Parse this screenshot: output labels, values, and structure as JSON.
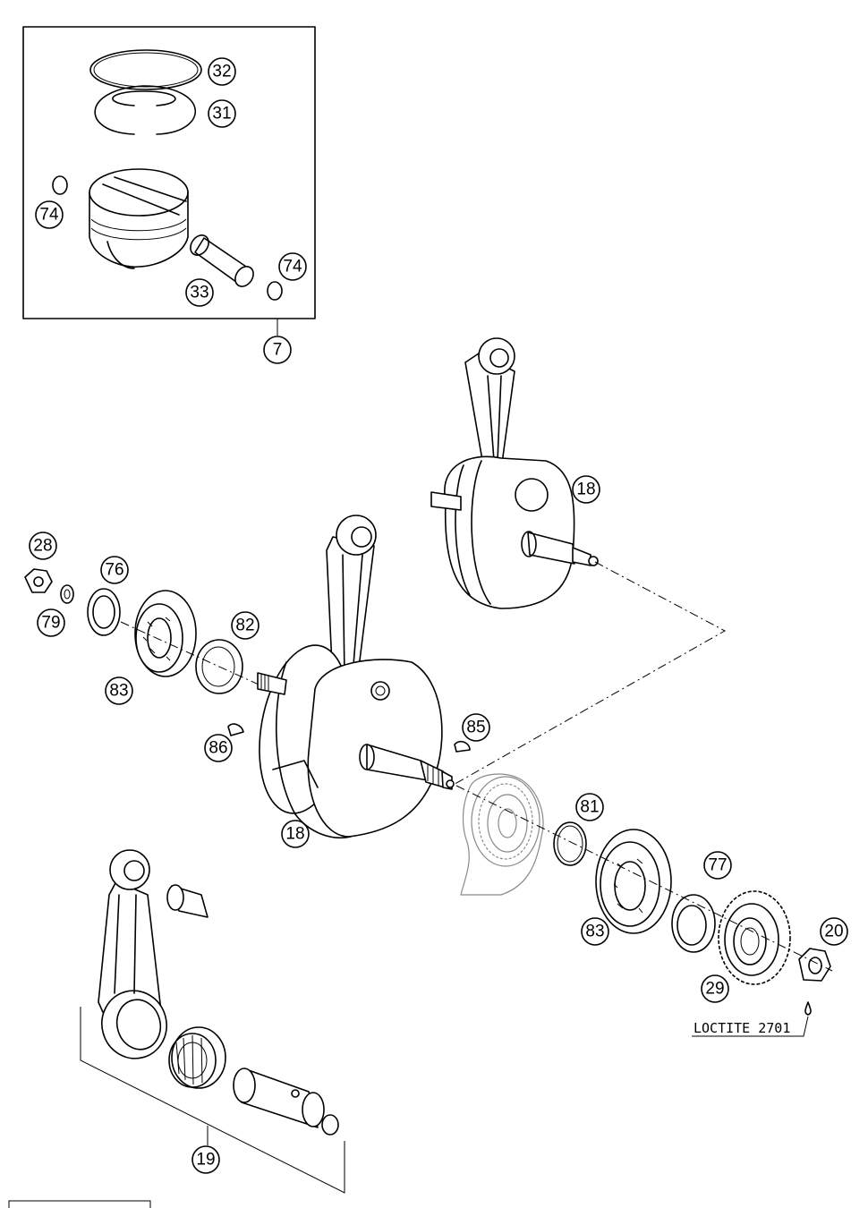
{
  "callouts": {
    "c32": "32",
    "c31": "31",
    "c74a": "74",
    "c74b": "74",
    "c33": "33",
    "c7": "7",
    "c18a": "18",
    "c28": "28",
    "c76": "76",
    "c79": "79",
    "c82": "82",
    "c83a": "83",
    "c85": "85",
    "c86": "86",
    "c18b": "18",
    "c81": "81",
    "c77": "77",
    "c83b": "83",
    "c20": "20",
    "c29": "29",
    "c19": "19"
  },
  "note": {
    "loctite": "LOCTITE 2701"
  }
}
